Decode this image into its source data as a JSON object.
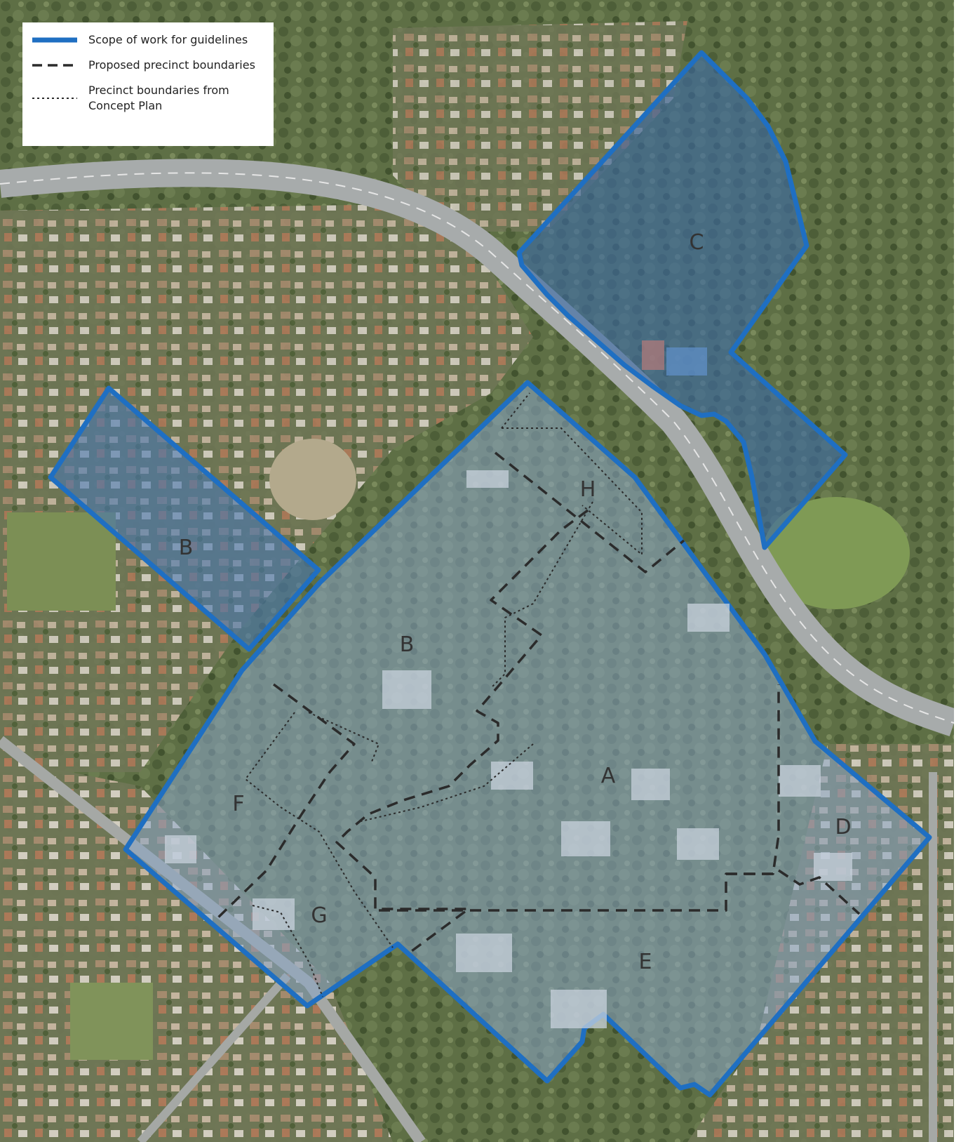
{
  "legend": {
    "items": [
      {
        "label": "Scope of work for guidelines",
        "style": "solid-blue"
      },
      {
        "label": "Proposed precinct boundaries",
        "style": "dashed-dark"
      },
      {
        "label": "Precinct boundaries from Concept Plan",
        "style": "dotted-dark"
      }
    ]
  },
  "precincts": {
    "a": "A",
    "b_west": "B",
    "b_main": "B",
    "c": "C",
    "d": "D",
    "e": "E",
    "f": "F",
    "g": "G",
    "h": "H"
  },
  "colors": {
    "scope_stroke": "#1f6fc2",
    "scope_fill": "#3a6fae",
    "dashed": "#2b2b2b",
    "aerial_green": "#5d7046",
    "road": "#9aa0a3"
  }
}
